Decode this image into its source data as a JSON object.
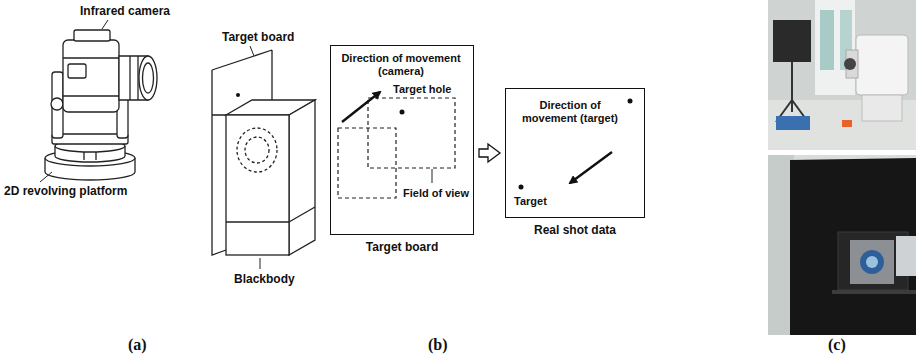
{
  "diagram": {
    "nodes": [
      {
        "text": [
          "Direction of movement (camera)",
          "Target hole",
          "Field of view",
          "Target board"
        ]
      },
      {
        "text": [
          "Direction of movement (target)",
          "Target",
          "Real shot data"
        ]
      }
    ],
    "edges": [
      {
        "from": 0,
        "to": 1,
        "arrow": "to"
      }
    ],
    "labels": [
      "Infrared camera",
      "2D revolving platform",
      "Target board",
      "Blackbody",
      "(a)",
      "(b)",
      "(c)"
    ]
  }
}
